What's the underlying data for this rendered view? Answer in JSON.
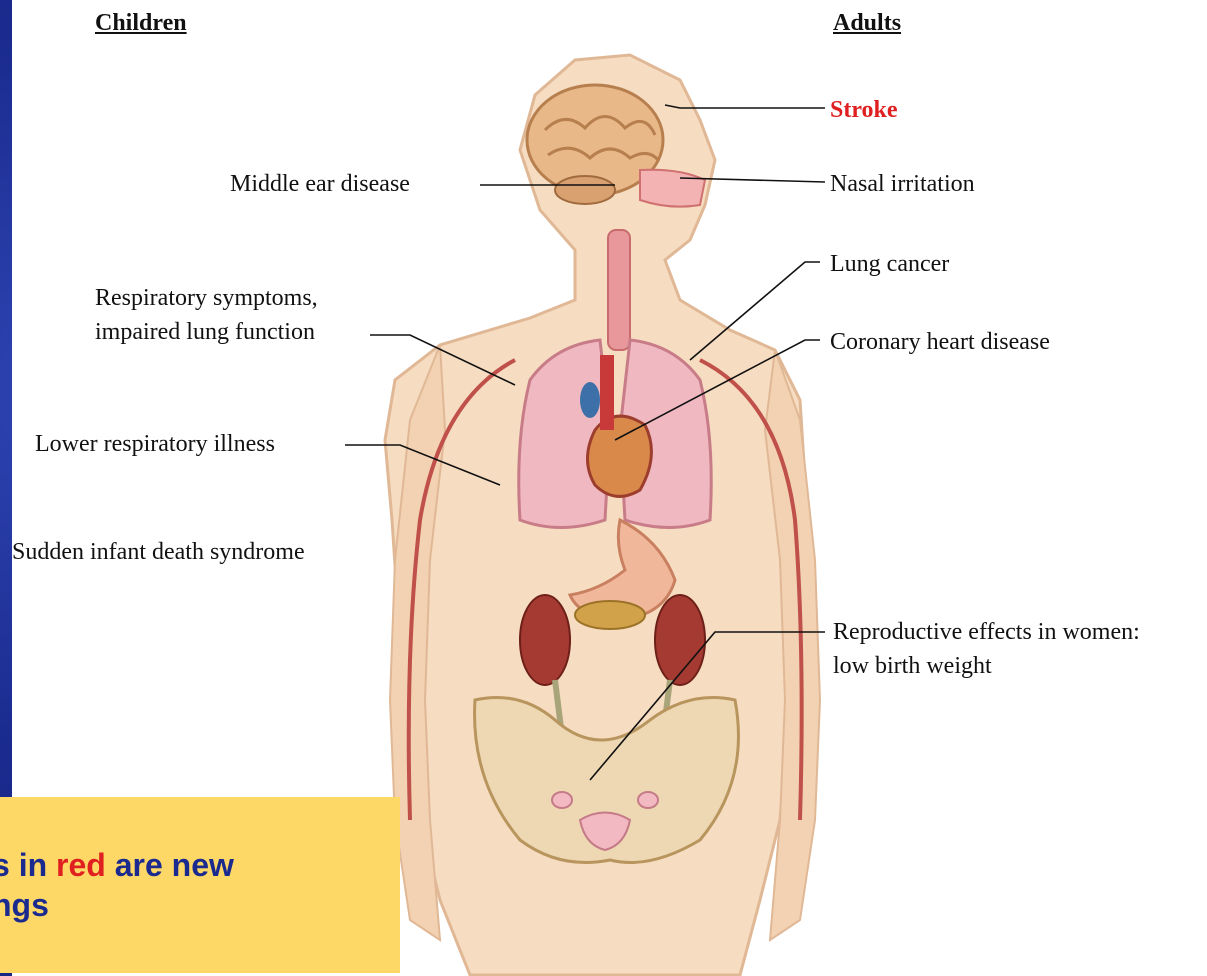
{
  "headers": {
    "children": "Children",
    "adults": "Adults"
  },
  "labels": {
    "stroke": "Stroke",
    "middle_ear": "Middle ear disease",
    "nasal": "Nasal irritation",
    "lung_cancer": "Lung cancer",
    "resp_line1": "Respiratory symptoms,",
    "resp_line2": "impaired lung function",
    "coronary": "Coronary heart disease",
    "lower_resp": "Lower respiratory illness",
    "sids": "Sudden infant death syndrome",
    "repro_line1": "Reproductive effects in women:",
    "repro_line2": "low birth weight"
  },
  "note": {
    "part1": "s in ",
    "red_word": "red",
    "part2": " are new",
    "line2": "ngs"
  },
  "colors": {
    "background": "#1b2a8c",
    "highlight_red": "#e02020",
    "note_bg": "#fdd867",
    "note_text": "#1a2a8e"
  }
}
